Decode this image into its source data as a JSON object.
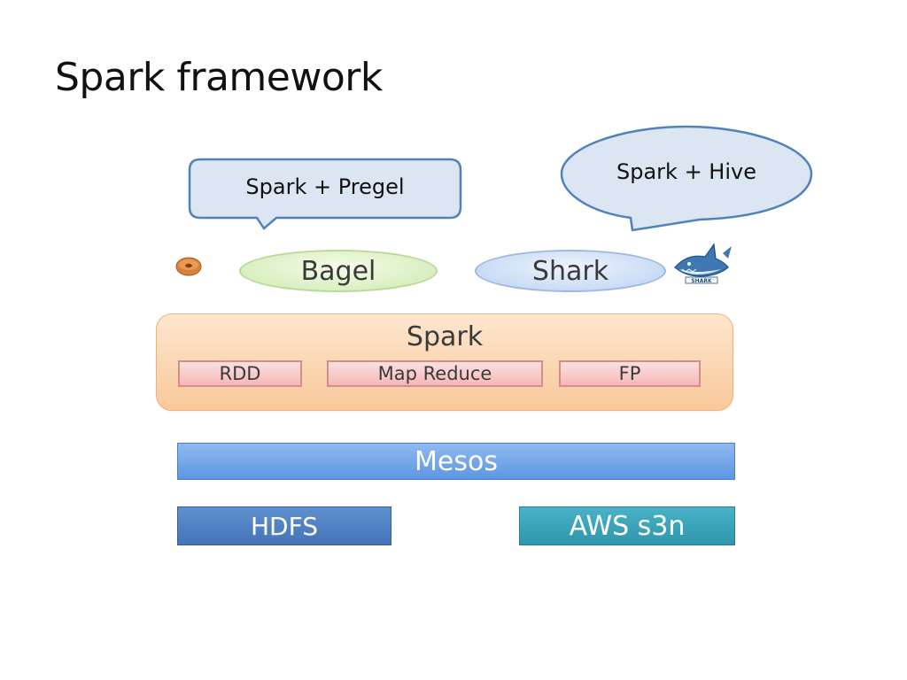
{
  "slide": {
    "title": "Spark framework"
  },
  "callouts": {
    "pregel": "Spark + Pregel",
    "hive": "Spark + Hive"
  },
  "diagram": {
    "bagel": "Bagel",
    "shark": "Shark",
    "spark": "Spark",
    "rdd": "RDD",
    "map_reduce": "Map Reduce",
    "fp": "FP",
    "mesos": "Mesos",
    "hdfs": "HDFS",
    "aws": "AWS s3n",
    "icons": {
      "bagel": "bagel-icon",
      "shark": "shark-icon"
    }
  },
  "colors": {
    "callout_fill": "#dce6f2",
    "callout_border": "#4f81bd",
    "bagel_pill": "#d9efc0",
    "shark_pill": "#c9dbf5",
    "spark_box": "#f9c99a",
    "sub_box": "#f6b8b8",
    "mesos": "#5d96e2",
    "hdfs": "#4474b8",
    "aws": "#2f96ad"
  }
}
